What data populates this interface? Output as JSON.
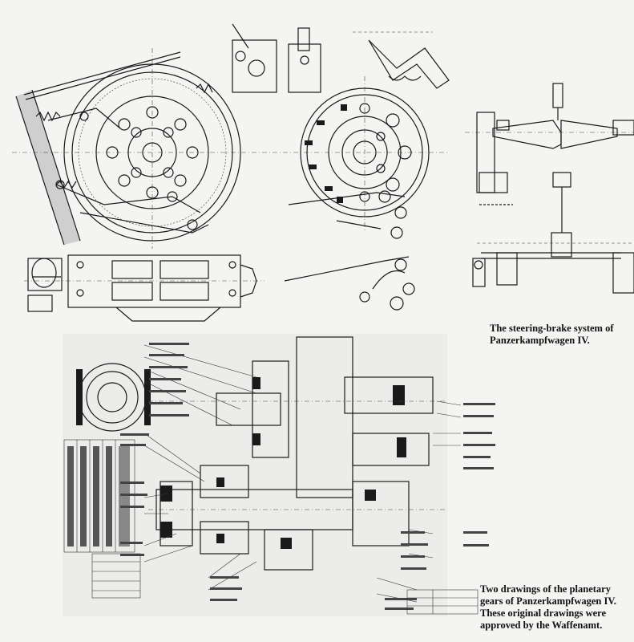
{
  "captions": {
    "steering": {
      "line1": "The steering-brake system of",
      "line2": "Panzerkampfwagen IV."
    },
    "planetary": {
      "line1": "Two drawings of the planetary",
      "line2": "gears of Panzerkampfwagen IV.",
      "line3": "These original drawings were",
      "line4": "approved by the Waffenamt."
    }
  },
  "drawings": {
    "top_left": "brake-drum-assembly-side-view",
    "top_center": "brake-disc-front-view",
    "top_right": "steering-lever-linkage",
    "bottom": "planetary-gear-cross-section"
  }
}
